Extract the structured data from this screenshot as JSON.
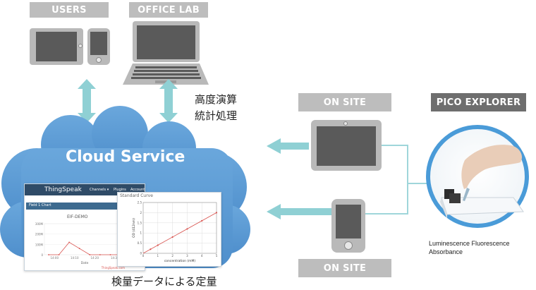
{
  "labels": {
    "users": "USERS",
    "office_lab": "OFFICE LAB",
    "on_site_top": "ON SITE",
    "on_site_bottom": "ON SITE",
    "pico_explorer": "PICO EXPLORER"
  },
  "cloud": {
    "title": "Cloud Service"
  },
  "annotations": {
    "analysis_line1": "高度演算",
    "analysis_line2": "統計処理",
    "quantification": "検量データによる定量",
    "device_modes_line1": "Luminescence Fluorescence",
    "device_modes_line2": "Absorbance"
  },
  "thingspeak": {
    "brand": "ThingSpeak",
    "menu": [
      "Channels ▾",
      "Plugins",
      "Account"
    ],
    "field_title": "Field 1 Chart",
    "chart_title": "EIF-DEMO",
    "xlabel": "Date",
    "y_ticks": [
      "300M",
      "200M",
      "100M",
      "0"
    ],
    "x_ticks": [
      "14:00",
      "14:10",
      "14:20",
      "14:30"
    ],
    "footer": "ThingSpeak.com",
    "chart_data": {
      "type": "line",
      "x": [
        "14:00",
        "14:03",
        "14:07",
        "14:10",
        "14:13",
        "14:20",
        "14:27",
        "14:30"
      ],
      "values": [
        0,
        0,
        120,
        60,
        0,
        0,
        0,
        0
      ],
      "color": "#d9534f"
    }
  },
  "standard_curve": {
    "title": "Standard Curve",
    "xlabel": "concentration (mM)",
    "ylabel": "OD (412nm)",
    "x_ticks": [
      "0",
      "1",
      "2",
      "3",
      "4",
      "5"
    ],
    "y_ticks": [
      "0",
      "0.5",
      "1",
      "1.5",
      "2",
      "2.5"
    ],
    "chart_data": {
      "type": "scatter",
      "x": [
        0.5,
        1,
        2,
        3,
        4,
        5
      ],
      "y": [
        0.2,
        0.4,
        0.8,
        1.2,
        1.6,
        2.0
      ],
      "fit": [
        [
          0,
          0
        ],
        [
          5,
          2.0
        ]
      ],
      "xlim": [
        0,
        5
      ],
      "ylim": [
        0,
        2.5
      ],
      "color": "#d9534f"
    }
  },
  "colors": {
    "cloud": "#5b9bd5",
    "cloud_light": "#9cc3e8",
    "arrow": "#8fd0d4",
    "label_grey": "#bdbdbd",
    "label_dark": "#6e6e6e",
    "ring": "#4a9bd8"
  }
}
